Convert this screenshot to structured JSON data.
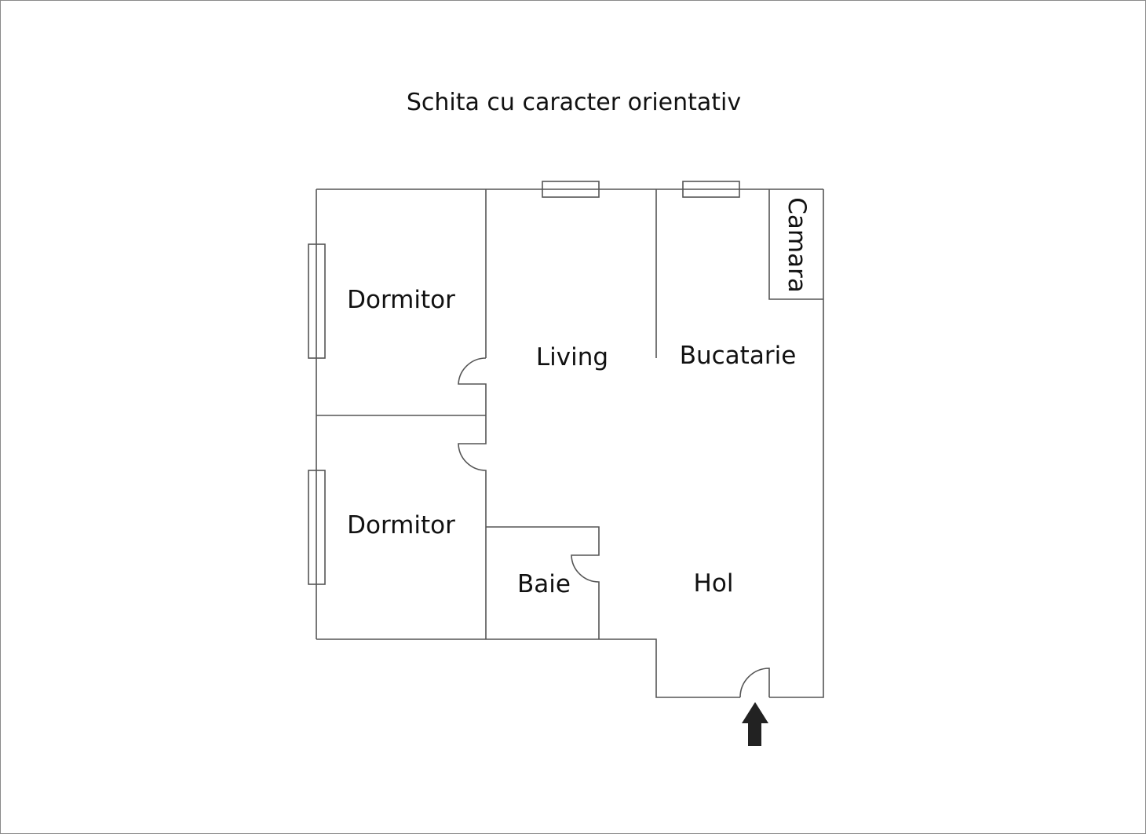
{
  "title": "Schita cu caracter orientativ",
  "rooms": [
    {
      "id": "dormitor-1",
      "label": "Dormitor"
    },
    {
      "id": "living",
      "label": "Living"
    },
    {
      "id": "bucatarie",
      "label": "Bucatarie"
    },
    {
      "id": "camara",
      "label": "Camara"
    },
    {
      "id": "dormitor-2",
      "label": "Dormitor"
    },
    {
      "id": "baie",
      "label": "Baie"
    },
    {
      "id": "hol",
      "label": "Hol"
    }
  ],
  "icons": {
    "entrance": "entrance-arrow-icon"
  },
  "colors": {
    "wall": "#555555",
    "arrow": "#222222",
    "text": "#111111"
  }
}
